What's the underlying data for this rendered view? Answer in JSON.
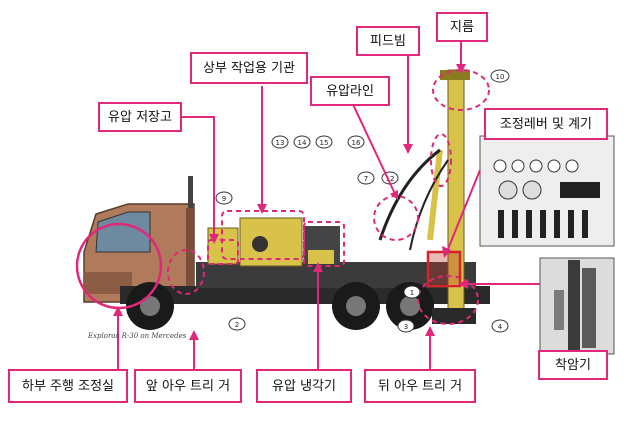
{
  "labels": {
    "jireum": "지름",
    "feed_beam": "피드빔",
    "upper_engine": "상부 작업용 기관",
    "hydraulic_line": "유압라인",
    "hydraulic_tank": "유압 저장고",
    "control_panel": "조정레버 및 계기",
    "lower_cab": "하부 주행 조정실",
    "front_outrigger": "앞 아우 트리 거",
    "hydraulic_cooler": "유압 냉각기",
    "rear_outrigger": "뒤 아우 트리 거",
    "rock_drill": "착암기"
  },
  "callouts": {
    "n10": "10",
    "n9": "9",
    "n13": "13",
    "n14": "14",
    "n15": "15",
    "n16": "16",
    "n7": "7",
    "n12": "12",
    "n1": "1",
    "n2": "2",
    "n3": "3",
    "n4": "4"
  },
  "photo_caption": "Explorac R-30 on Mercedes",
  "colors": {
    "accent": "#e0287a",
    "cab": "#b07a5c",
    "machine": "#d8c24a",
    "chassis": "#2a2a2a"
  }
}
